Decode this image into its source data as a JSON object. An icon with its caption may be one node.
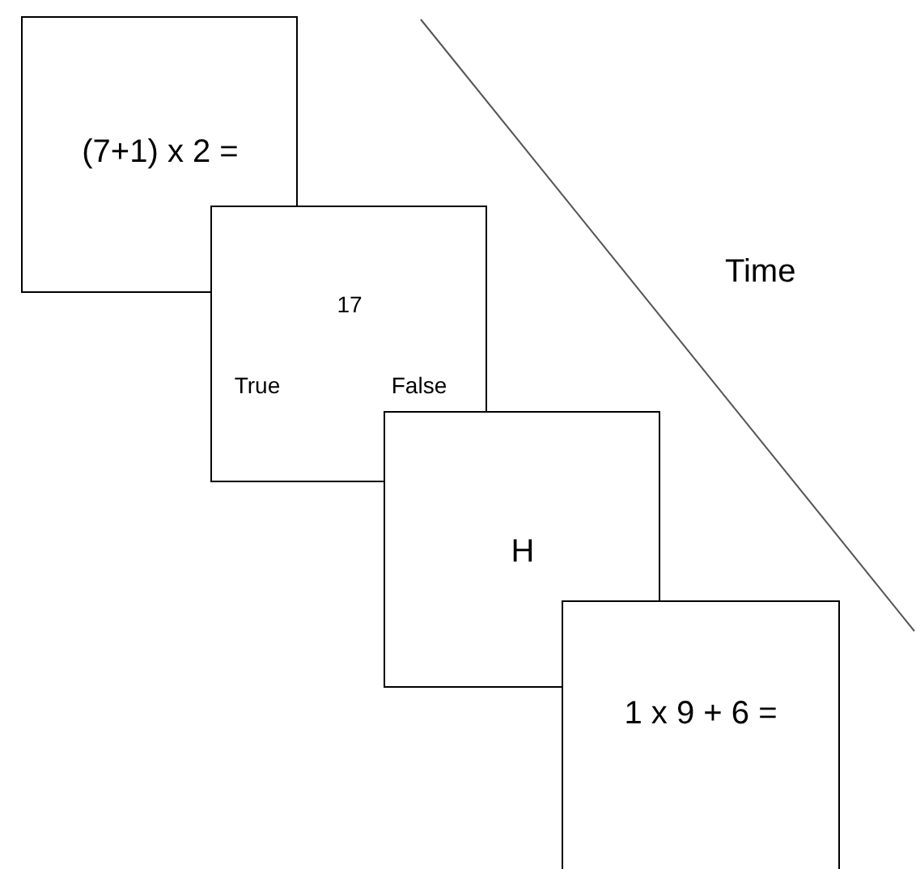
{
  "diagram": {
    "nodes": [
      {
        "text": [
          "(7+1) x 2 ="
        ]
      },
      {
        "text": [
          "17",
          "True",
          "False"
        ]
      },
      {
        "text": [
          "H"
        ]
      },
      {
        "text": [
          "1 x 9 + 6 ="
        ]
      }
    ],
    "labels": [
      "Time"
    ]
  }
}
